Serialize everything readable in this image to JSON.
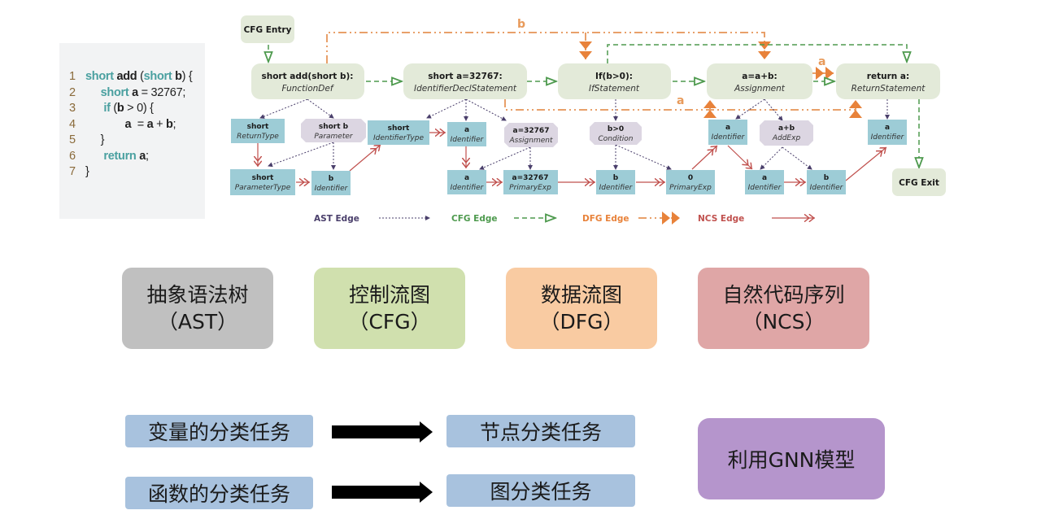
{
  "code": {
    "lines": [
      {
        "num": "1",
        "parts": [
          {
            "t": "short ",
            "c": "kw"
          },
          {
            "t": "add ",
            "c": "b"
          },
          {
            "t": "(",
            "c": ""
          },
          {
            "t": "short ",
            "c": "kw"
          },
          {
            "t": "b",
            "c": "b"
          },
          {
            "t": ") {",
            "c": ""
          }
        ]
      },
      {
        "num": "2",
        "parts": [
          {
            "t": "     short ",
            "c": "kw"
          },
          {
            "t": "a",
            "c": "b"
          },
          {
            "t": " = 32767;",
            "c": ""
          }
        ]
      },
      {
        "num": "3",
        "parts": [
          {
            "t": "      if ",
            "c": "kw"
          },
          {
            "t": "(",
            "c": ""
          },
          {
            "t": "b",
            "c": "b"
          },
          {
            "t": " > 0) {",
            "c": ""
          }
        ]
      },
      {
        "num": "4",
        "parts": [
          {
            "t": "             a ",
            "c": "b"
          },
          {
            "t": " = ",
            "c": ""
          },
          {
            "t": "a",
            "c": "b"
          },
          {
            "t": " + ",
            "c": ""
          },
          {
            "t": "b",
            "c": "b"
          },
          {
            "t": ";",
            "c": ""
          }
        ]
      },
      {
        "num": "5",
        "parts": [
          {
            "t": "     }",
            "c": ""
          }
        ]
      },
      {
        "num": "6",
        "parts": [
          {
            "t": "      return ",
            "c": "kw"
          },
          {
            "t": "a",
            "c": "b"
          },
          {
            "t": ";",
            "c": ""
          }
        ]
      },
      {
        "num": "7",
        "parts": [
          {
            "t": "}",
            "c": ""
          }
        ]
      }
    ]
  },
  "diagram": {
    "cfg_entry": "CFG Entry",
    "cfg_exit": "CFG Exit",
    "statements": [
      {
        "code": "short add(short b):",
        "type": "FunctionDef"
      },
      {
        "code": "short a=32767:",
        "type": "IdentifierDeclStatement"
      },
      {
        "code": "If(b>0):",
        "type": "IfStatement"
      },
      {
        "code": "a=a+b:",
        "type": "Assignment"
      },
      {
        "code": "return a:",
        "type": "ReturnStatement"
      }
    ],
    "nodes": {
      "returntype": {
        "code": "short",
        "type": "ReturnType"
      },
      "parameter": {
        "code": "short b",
        "type": "Parameter"
      },
      "paramtype": {
        "code": "short",
        "type": "ParameterType"
      },
      "param_id": {
        "code": "b",
        "type": "Identifier"
      },
      "idtype": {
        "code": "short",
        "type": "IdentifierType"
      },
      "decl_id": {
        "code": "a",
        "type": "Identifier"
      },
      "decl_assign": {
        "code": "a=32767",
        "type": "Assignment"
      },
      "decl_id2": {
        "code": "a",
        "type": "Identifier"
      },
      "decl_prim": {
        "code": "a=32767",
        "type": "PrimaryExp"
      },
      "cond": {
        "code": "b>0",
        "type": "Condition"
      },
      "cond_id": {
        "code": "b",
        "type": "Identifier"
      },
      "cond_prim": {
        "code": "0",
        "type": "PrimaryExp"
      },
      "asg_id": {
        "code": "a",
        "type": "Identifier"
      },
      "addexp": {
        "code": "a+b",
        "type": "AddExp"
      },
      "add_a": {
        "code": "a",
        "type": "Identifier"
      },
      "add_b": {
        "code": "b",
        "type": "Identifier"
      },
      "ret_id": {
        "code": "a",
        "type": "Identifier"
      }
    },
    "dfg_labels": {
      "top": "b",
      "bottom": "a",
      "right": "a"
    },
    "legend": [
      {
        "label": "AST Edge",
        "color": "#4a3f6b"
      },
      {
        "label": "CFG Edge",
        "color": "#4e9a4e"
      },
      {
        "label": "DFG Edge",
        "color": "#e8823a"
      },
      {
        "label": "NCS Edge",
        "color": "#c0504d"
      }
    ]
  },
  "categories": [
    {
      "title": "抽象语法树",
      "abbr": "（AST）",
      "color": "#c0c0c0"
    },
    {
      "title": "控制流图",
      "abbr": "（CFG）",
      "color": "#d0e0ae"
    },
    {
      "title": "数据流图",
      "abbr": "（DFG）",
      "color": "#f9cba2"
    },
    {
      "title": "自然代码序列",
      "abbr": "（NCS）",
      "color": "#dfa6a6"
    }
  ],
  "tasks": [
    {
      "from": "变量的分类任务",
      "to": "节点分类任务"
    },
    {
      "from": "函数的分类任务",
      "to": "图分类任务"
    }
  ],
  "gnn": "利用GNN模型"
}
